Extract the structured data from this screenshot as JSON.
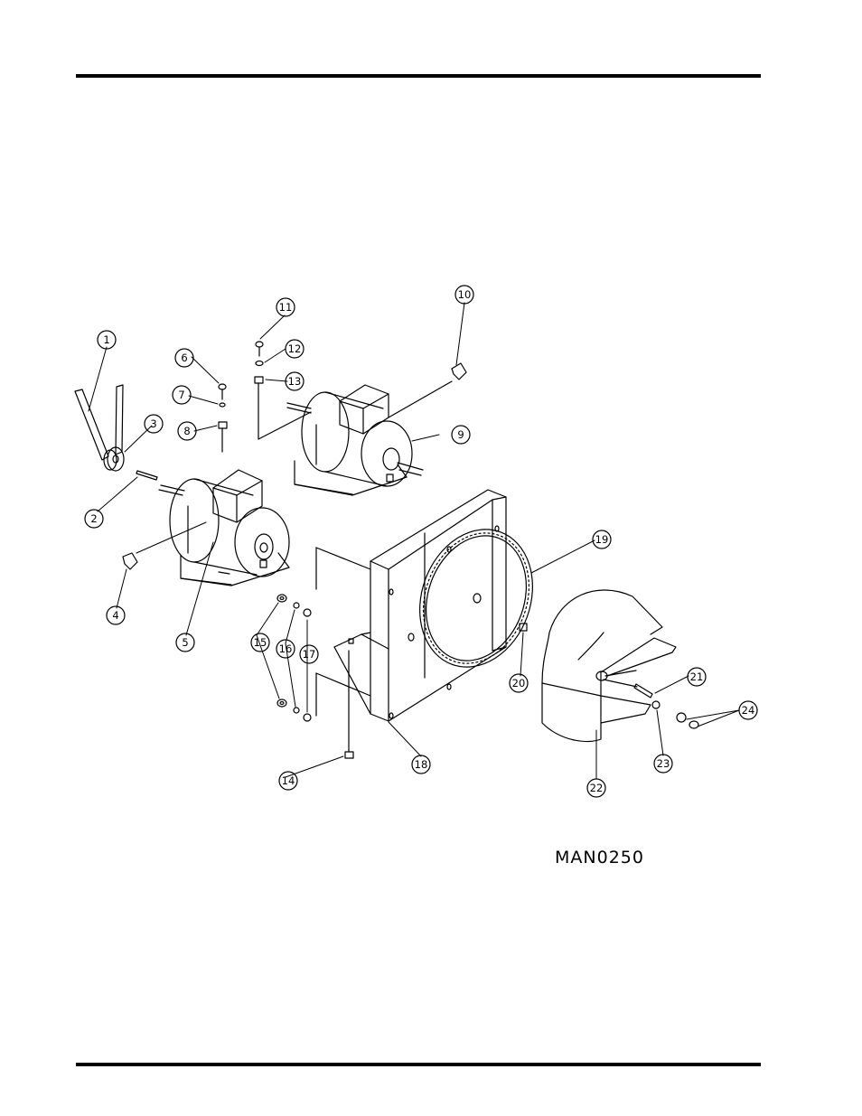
{
  "figure_code": "MAN0250",
  "callouts": [
    "1",
    "2",
    "3",
    "4",
    "5",
    "6",
    "7",
    "8",
    "9",
    "10",
    "11",
    "12",
    "13",
    "14",
    "15",
    "16",
    "17",
    "18",
    "19",
    "20",
    "21",
    "22",
    "23",
    "24"
  ]
}
